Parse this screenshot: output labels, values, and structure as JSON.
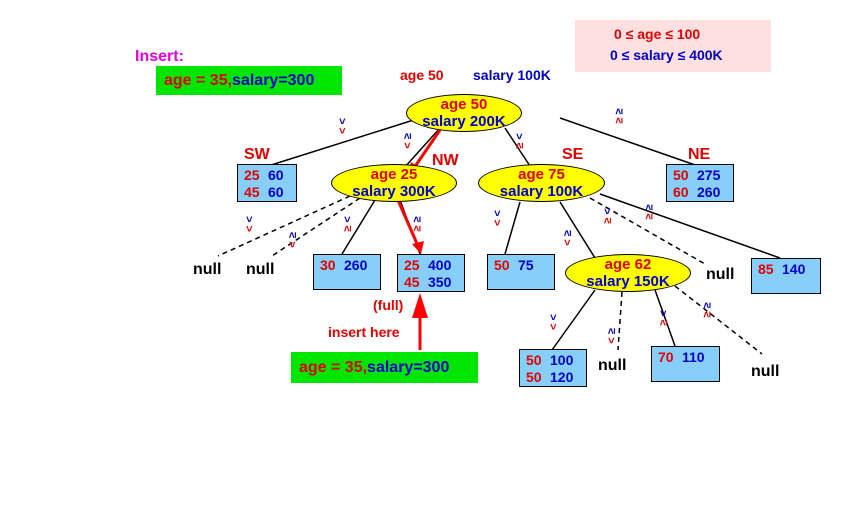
{
  "insert_label": "Insert:",
  "insert_record": {
    "age": "age = 35,",
    "salary": "salary=300"
  },
  "range_box": {
    "line1": "0 ≤ age ≤ 100",
    "line2": "0 ≤ salary ≤ 400K"
  },
  "split_hint": {
    "age": "age 50",
    "salary": "salary 100K"
  },
  "root": {
    "age": "age 50",
    "salary": "salary 200K"
  },
  "quadrants": {
    "sw": "SW",
    "nw": "NW",
    "se": "SE",
    "ne": "NE"
  },
  "node_nw": {
    "age": "age 25",
    "salary": "salary 300K"
  },
  "node_se": {
    "age": "age 75",
    "salary": "salary 100K"
  },
  "node_se_se": {
    "age": "age 62",
    "salary": "salary 150K"
  },
  "leaves": {
    "sw": [
      [
        "25",
        "60"
      ],
      [
        "45",
        "60"
      ]
    ],
    "ne": [
      [
        "50",
        "275"
      ],
      [
        "60",
        "260"
      ]
    ],
    "nw_a": [
      [
        "30",
        "260"
      ]
    ],
    "nw_target": [
      [
        "25",
        "400"
      ],
      [
        "45",
        "350"
      ]
    ],
    "se_a": [
      [
        "50",
        "75"
      ]
    ],
    "se_ne": [
      [
        "85",
        "140"
      ]
    ],
    "se_se_a": [
      [
        "50",
        "100"
      ],
      [
        "50",
        "120"
      ]
    ],
    "se_se_b": [
      [
        "70",
        "110"
      ]
    ]
  },
  "null_label": "null",
  "full_label": "(full)",
  "insert_here_label": "insert here",
  "edge_marks": {
    "lt_lt": "< <",
    "lt_ge": "< ≥",
    "ge_lt": "≥ <",
    "ge_ge": "≥ ≥"
  },
  "colors": {
    "node_fill": "#ffff00",
    "leaf_fill": "#87cefa",
    "insert_fill": "#00e600",
    "range_fill": "#ffe0e0",
    "arrow": "#ff0000",
    "insert_label": "#e000e0"
  }
}
